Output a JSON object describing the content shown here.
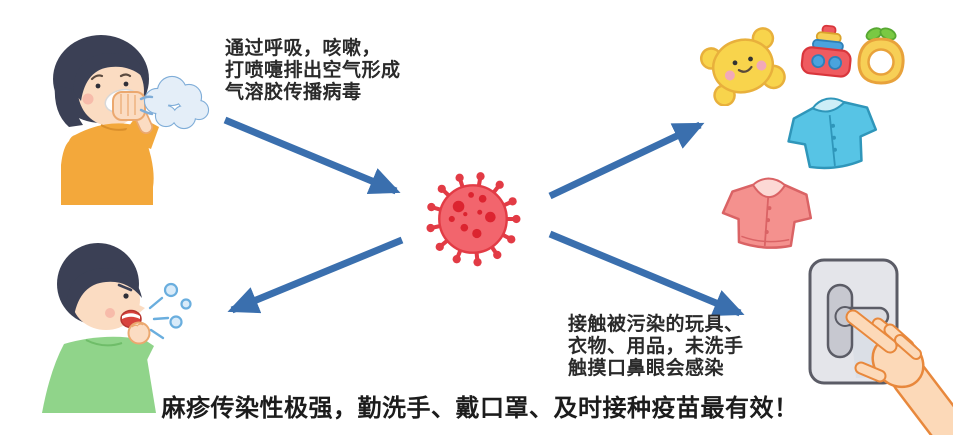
{
  "title": "measles-transmission-infographic",
  "notes": {
    "aerosol": {
      "lines": [
        "通过呼吸，咳嗽，",
        "打喷嚏排出空气形成",
        "气溶胶传播病毒"
      ]
    },
    "contact": {
      "lines": [
        "接触被污染的玩具、",
        "衣物、用品，未洗手",
        "触摸口鼻眼会感染"
      ]
    }
  },
  "caption": {
    "text": "麻疹传染性极强，勤洗手、戴口罩、及时接种疫苗最有效！"
  },
  "figures": {
    "top_left": "sneezing-woman-with-tissue-and-breath-cloud",
    "bottom_left": "coughing-boy-with-droplets",
    "center": "measles-virus-particle",
    "top_right": [
      "teddy-bear-toy",
      "stacking-rings-toy",
      "teething-ring-toy",
      "blue-shirt",
      "pink-shirt"
    ],
    "bottom_right": "hand-touching-door-handle"
  },
  "arrows": [
    {
      "from": "sneezing-woman",
      "to": "virus",
      "direction": "down-right"
    },
    {
      "from": "virus",
      "to": "toys-and-clothes",
      "direction": "up-right"
    },
    {
      "from": "virus",
      "to": "coughing-boy",
      "direction": "down-left"
    },
    {
      "from": "virus",
      "to": "door-handle",
      "direction": "down-right"
    }
  ],
  "colors": {
    "arrow_blue": "#3a6fae",
    "virus_body": "#f2656d",
    "virus_dark": "#e23b45",
    "virus_spot": "#dc2430",
    "hair_navy": "#3b4055",
    "skin": "#fbdcc2",
    "skin_outline": "#eba86f",
    "woman_shirt_orange": "#f3a83b",
    "boy_shirt_green": "#90d48a",
    "cloud_blue_outline": "#7fadd8",
    "cloud_fill": "#e4eef8",
    "bear_yellow": "#f8d44c",
    "toy_red": "#ef5b60",
    "toy_blue": "#4aa3dd",
    "toy_yellow": "#f7cf56",
    "leaf_green": "#7ac943",
    "shirt_blue": "#57c4e5",
    "shirt_pink": "#f4918e",
    "door_gray": "#e4e5ea",
    "door_outline": "#5b5c66",
    "text_dark": "#2a2a2a"
  }
}
